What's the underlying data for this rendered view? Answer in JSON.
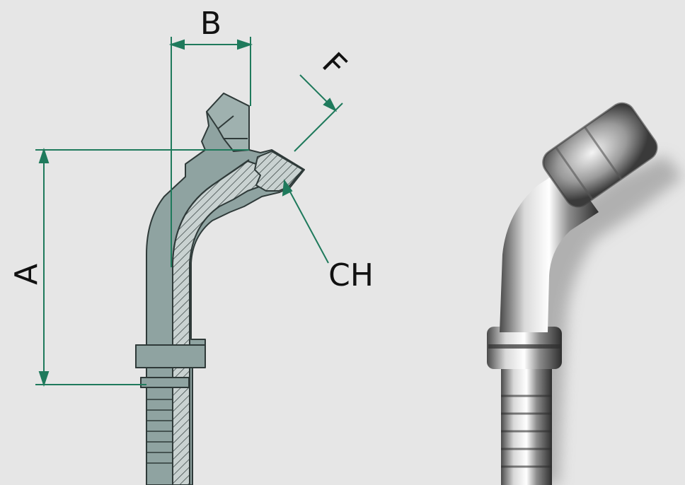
{
  "labels": {
    "A": "A",
    "B": "B",
    "F": "F",
    "CH": "CH"
  },
  "colors": {
    "background": "#e6e6e6",
    "fitting_fill": "#8fa3a1",
    "fitting_outline": "#2f3a39",
    "dimension_line": "#1f7a5c",
    "photo_metal_light": "#d8d8d8",
    "photo_metal_dark": "#3b3b3b"
  }
}
